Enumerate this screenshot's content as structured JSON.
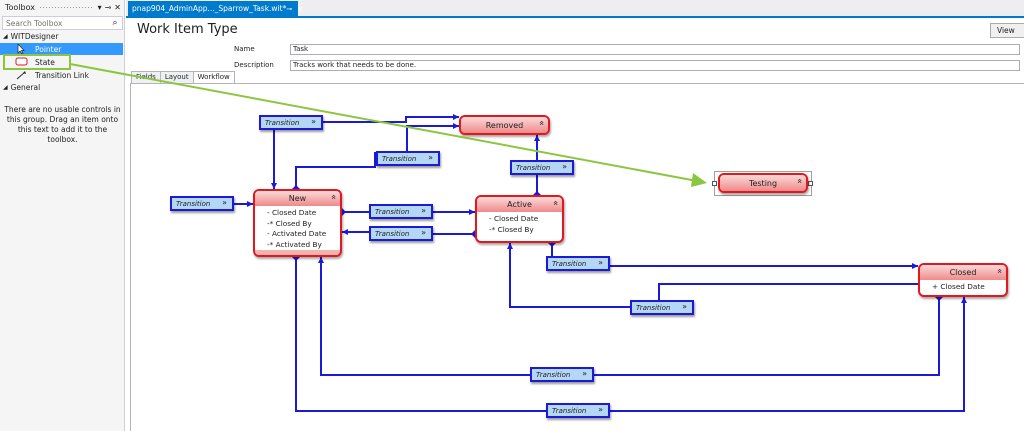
{
  "toolbox": {
    "title": "Toolbox",
    "controls": {
      "dropdown": "▾",
      "pin": "⊸",
      "close": "✕"
    },
    "search_placeholder": "Search Toolbox",
    "groups": [
      {
        "label": "WITDesigner",
        "items": [
          "Pointer",
          "State",
          "Transition Link"
        ]
      },
      {
        "label": "General",
        "empty_text": "There are no usable controls in this group. Drag an item onto this text to add it to the toolbox."
      }
    ]
  },
  "document": {
    "tab_label": "pnap904_AdminApp..._Sparrow_Task.wit*",
    "tab_controls": {
      "pin": "⊸",
      "close": "✕"
    },
    "title": "Work Item Type",
    "view_button": "View",
    "fields": {
      "name_label": "Name",
      "name_value": "Task",
      "description_label": "Description",
      "description_value": "Tracks work that needs to be done."
    },
    "subtabs": [
      "Fields",
      "Layout",
      "Workflow"
    ]
  },
  "workflow": {
    "states": {
      "new": {
        "name": "New",
        "fields": [
          "- Closed Date",
          "-* Closed By",
          "- Activated Date",
          "-* Activated By"
        ]
      },
      "active": {
        "name": "Active",
        "fields": [
          "- Closed Date",
          "-* Closed By"
        ]
      },
      "closed": {
        "name": "Closed",
        "fields": [
          "+ Closed Date"
        ]
      },
      "removed": {
        "name": "Removed"
      },
      "testing": {
        "name": "Testing"
      }
    },
    "transition_label": "Transition"
  },
  "colors": {
    "accent": "#007acc",
    "state_border": "#e3171e",
    "state_header": "#f08a8a",
    "transition_fill": "#b3d7f5",
    "connector": "#1a1ad8",
    "drag_arrow": "#8cc63f"
  },
  "icons": {
    "collapse": "«",
    "expand": "»"
  }
}
